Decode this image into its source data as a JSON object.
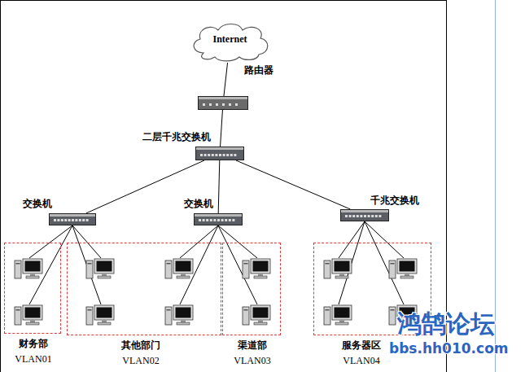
{
  "diagram": {
    "nodes": [
      {
        "text": [
          "Internet"
        ]
      },
      {
        "text": [
          "路由器"
        ]
      },
      {
        "text": [
          "二层千兆交换机"
        ]
      },
      {
        "text": [
          "交换机"
        ]
      },
      {
        "text": [
          "交换机"
        ]
      },
      {
        "text": [
          "千兆交换机"
        ]
      },
      {
        "text": [
          "财务部",
          "VLAN01"
        ]
      },
      {
        "text": [
          "其他部门",
          "VLAN02"
        ]
      },
      {
        "text": [
          "渠道部",
          "VLAN03"
        ]
      },
      {
        "text": [
          "服务器区",
          "VLAN04"
        ]
      }
    ],
    "edges": [
      {
        "from": 0,
        "to": 1,
        "arrow": "none"
      },
      {
        "from": 1,
        "to": 2,
        "arrow": "none"
      },
      {
        "from": 2,
        "to": 3,
        "arrow": "none"
      },
      {
        "from": 2,
        "to": 4,
        "arrow": "none"
      },
      {
        "from": 2,
        "to": 5,
        "arrow": "none"
      }
    ],
    "labels": [
      "鸿鹄论坛",
      "bbs.hh010.com"
    ]
  }
}
